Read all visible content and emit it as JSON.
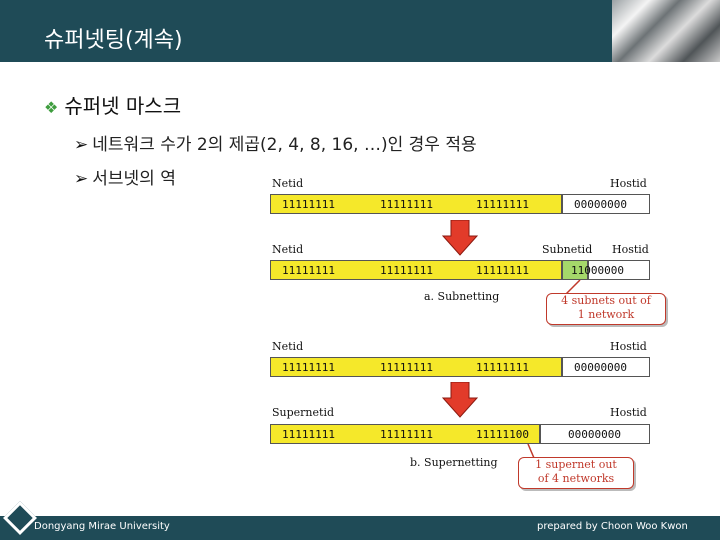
{
  "title": "슈퍼넷팅(계속)",
  "bullet_main": "슈퍼넷 마스크",
  "sub_bullets": [
    "네트워크 수가 2의 제곱(2, 4, 8, 16, …)인 경우 적용",
    "서브넷의 역"
  ],
  "figure": {
    "a": {
      "top_labels": {
        "left": "Netid",
        "right": "Hostid"
      },
      "top_bits": [
        "11111111",
        "11111111",
        "11111111",
        "00000000"
      ],
      "mid_labels": {
        "left": "Netid",
        "sub": "Subnetid",
        "right": "Hostid"
      },
      "mid_bits": [
        "11111111",
        "11111111",
        "11111111",
        "11000000"
      ],
      "caption": "a. Subnetting",
      "callout": [
        "4 subnets out of",
        "1 network"
      ]
    },
    "b": {
      "top_labels": {
        "left": "Netid",
        "right": "Hostid"
      },
      "top_bits": [
        "11111111",
        "11111111",
        "11111111",
        "00000000"
      ],
      "mid_labels": {
        "left": "Supernetid",
        "right": "Hostid"
      },
      "mid_bits": [
        "11111111",
        "11111111",
        "11111100",
        "00000000"
      ],
      "caption": "b. Supernetting",
      "callout": [
        "1 supernet out",
        "of 4 networks"
      ]
    }
  },
  "footer": {
    "left": "Dongyang Mirae University",
    "right": "prepared by Choon Woo Kwon"
  },
  "colors": {
    "header": "#1f4b57",
    "bar_yellow": "#f5e82a",
    "bar_green": "#a5d86a",
    "arrow_red": "#e23b2a",
    "bullet_green": "#3f9d3f"
  },
  "icons": {
    "bullet_main": "diamond-bullet-icon",
    "sub_bullet": "arrow-bullet-icon",
    "down_arrow": "red-down-arrow-icon"
  }
}
